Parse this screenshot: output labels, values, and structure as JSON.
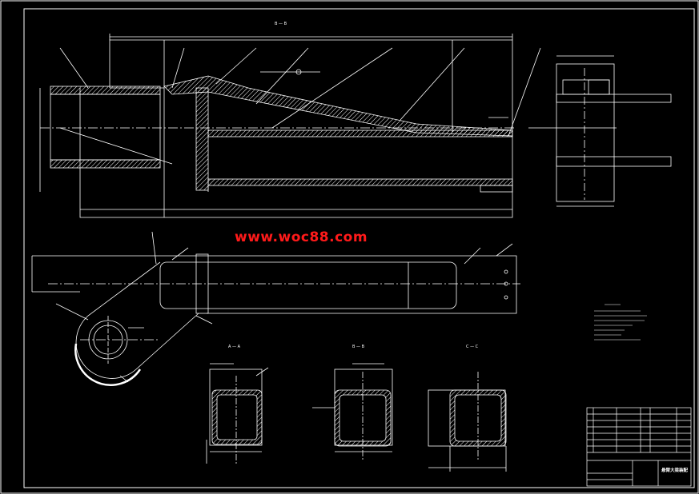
{
  "watermark": "www.woc88.com",
  "sections": {
    "top": "B — B",
    "left": "A — A",
    "middle": "B — B",
    "right": "C — C"
  },
  "title_block": {
    "drawing_title": "悬臂大梁装配"
  },
  "colors": {
    "background": "#000000",
    "linework": "#ffffff",
    "centerline": "#ffffff",
    "watermark": "#ff1a1a"
  }
}
